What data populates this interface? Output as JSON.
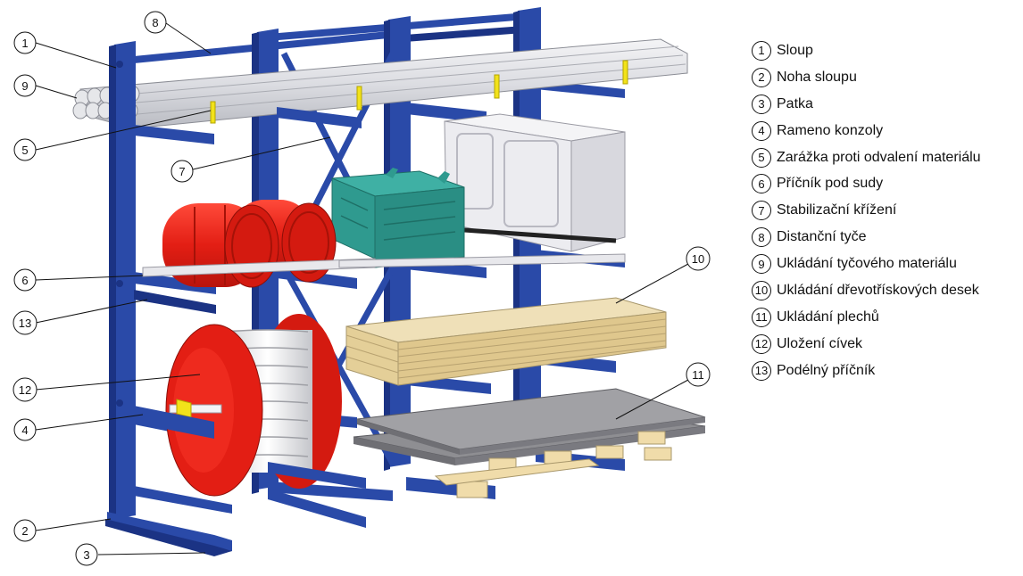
{
  "legend": [
    {
      "num": "1",
      "label": "Sloup"
    },
    {
      "num": "2",
      "label": "Noha sloupu"
    },
    {
      "num": "3",
      "label": "Patka"
    },
    {
      "num": "4",
      "label": "Rameno konzoly"
    },
    {
      "num": "5",
      "label": "Zarážka proti odvalení materiálu"
    },
    {
      "num": "6",
      "label": "Příčník pod sudy"
    },
    {
      "num": "7",
      "label": "Stabilizační křížení"
    },
    {
      "num": "8",
      "label": "Distanční tyče"
    },
    {
      "num": "9",
      "label": "Ukládání tyčového materiálu"
    },
    {
      "num": "10",
      "label": "Ukládání dřevotřískových desek"
    },
    {
      "num": "11",
      "label": "Ukládání plechů"
    },
    {
      "num": "12",
      "label": "Uložení cívek"
    },
    {
      "num": "13",
      "label": "Podélný příčník"
    }
  ],
  "callouts": [
    "1",
    "2",
    "3",
    "4",
    "5",
    "6",
    "7",
    "8",
    "9",
    "10",
    "11",
    "12",
    "13"
  ],
  "colors": {
    "steel_blue": "#2a4aa8",
    "steel_dark": "#1b3384",
    "drum_red": "#e31e14",
    "crate_teal": "#2f9a8f",
    "box_white": "#ececf0",
    "board_wood": "#e8d6a8",
    "sheet_grey": "#9c9c9c",
    "pallet_wood": "#f0dcaa",
    "bar_grey": "#dcdde2",
    "stopper_yellow": "#f2e21a"
  },
  "icons": {
    "racking": "cantilever-rack-illustration"
  }
}
